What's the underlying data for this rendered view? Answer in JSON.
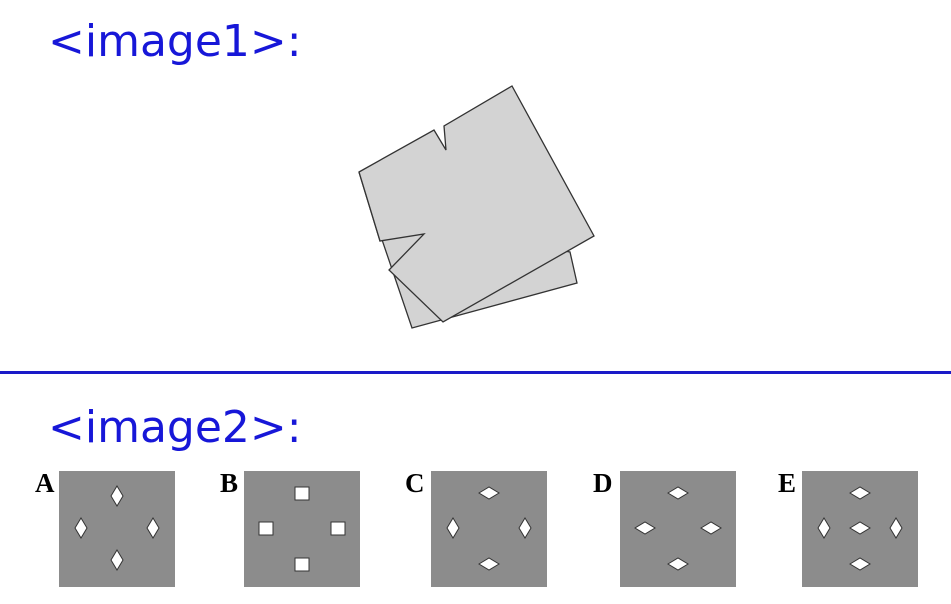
{
  "sections": [
    {
      "label": "<image1>:"
    },
    {
      "label": "<image2>:"
    }
  ],
  "colors": {
    "label_text": "#1717d8",
    "divider": "#1a1ac8",
    "shape_fill": "#d3d3d3",
    "shape_stroke": "#333333",
    "tile_fill": "#8c8c8c",
    "mark_fill": "#ffffff"
  },
  "options": [
    {
      "letter": "A",
      "marks": "vertical diamonds at top, left, right, bottom"
    },
    {
      "letter": "B",
      "marks": "squares at top, left, right, bottom"
    },
    {
      "letter": "C",
      "marks": "horizontal diamonds top and bottom, vertical diamonds left and right"
    },
    {
      "letter": "D",
      "marks": "horizontal diamonds at top, left, right, bottom"
    },
    {
      "letter": "E",
      "marks": "horizontal diamonds top, center, bottom; vertical diamonds left and right"
    }
  ]
}
